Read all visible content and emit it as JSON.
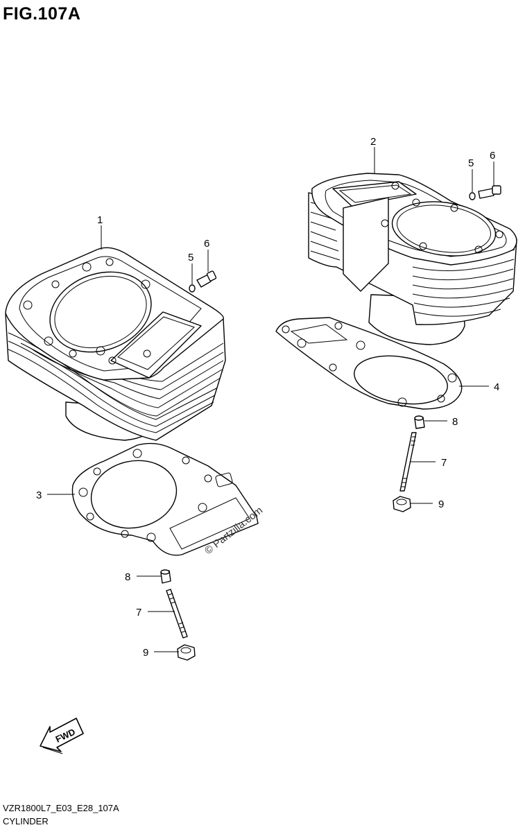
{
  "title": "FIG.107A",
  "diagram_code": "VZR1800L7_E03_E28_107A",
  "diagram_name": "CYLINDER",
  "watermark": "© Partzilla.com",
  "fwd_label": "FWD",
  "callouts": {
    "c1": "1",
    "c2": "2",
    "c3": "3",
    "c4": "4",
    "c5a": "5",
    "c5b": "5",
    "c6a": "6",
    "c6b": "6",
    "c7a": "7",
    "c7b": "7",
    "c8a": "8",
    "c8b": "8",
    "c9a": "9",
    "c9b": "9"
  }
}
